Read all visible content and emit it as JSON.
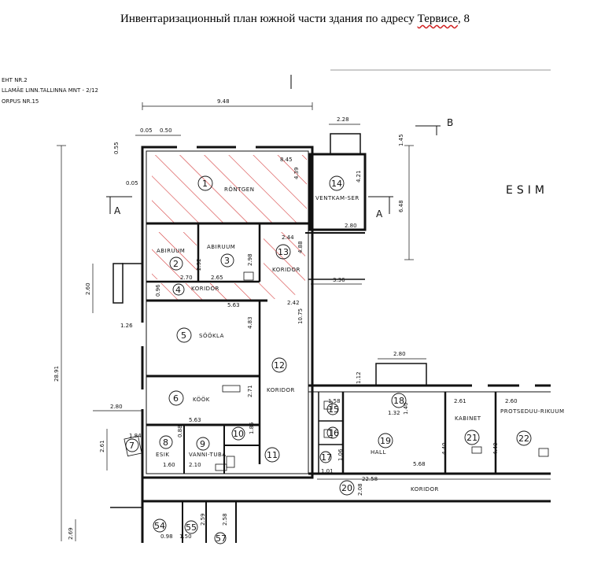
{
  "title": {
    "main": "Инвентаризационный план южной части здания по адресу ",
    "street": "Тервисе",
    "suffix": ", 8"
  },
  "header_notes": [
    "EHT NR.2",
    "LLAMÄE LINN.TALLINNA MNT - 2/12",
    "ORPUS NR.15"
  ],
  "wing_label": "ESIM",
  "section_marks": {
    "a_left": "A",
    "a_right": "A",
    "b": "B"
  },
  "rooms": [
    {
      "num": "1",
      "name": "RÖNTGEN"
    },
    {
      "num": "2",
      "name": "ABIRUUM"
    },
    {
      "num": "3",
      "name": "ABIRUUM"
    },
    {
      "num": "4",
      "name": "KORIDOR"
    },
    {
      "num": "5",
      "name": "SÖÖKLA"
    },
    {
      "num": "6",
      "name": "KÖÖK"
    },
    {
      "num": "7",
      "name": ""
    },
    {
      "num": "8",
      "name": "ESIK"
    },
    {
      "num": "9",
      "name": "VANNI-TUBA"
    },
    {
      "num": "10",
      "name": ""
    },
    {
      "num": "11",
      "name": ""
    },
    {
      "num": "12",
      "name": "KORIDOR"
    },
    {
      "num": "13",
      "name": "KORIDOR"
    },
    {
      "num": "14",
      "name": "VENTKAM-SER"
    },
    {
      "num": "15",
      "name": ""
    },
    {
      "num": "16",
      "name": ""
    },
    {
      "num": "17",
      "name": ""
    },
    {
      "num": "18",
      "name": ""
    },
    {
      "num": "19",
      "name": "HALL"
    },
    {
      "num": "20",
      "name": "KORIDOR"
    },
    {
      "num": "21",
      "name": "KABINET"
    },
    {
      "num": "22",
      "name": "PROTSEDUU-RIKUUM"
    },
    {
      "num": "54",
      "name": ""
    },
    {
      "num": "55",
      "name": ""
    },
    {
      "num": "57",
      "name": ""
    }
  ],
  "dimensions": {
    "top_total": "9.48",
    "w005": "0.05",
    "w050": "0.50",
    "w055": "0.55",
    "w005b": "0.05",
    "d845": "8.45",
    "d439": "4.39",
    "d228": "2.28",
    "d145": "1.45",
    "d648": "6.48",
    "d421": "4.21",
    "d280a": "2.80",
    "d244": "2.44",
    "d488": "4.88",
    "d292": "2.92",
    "d298": "2.98",
    "d270": "2.70",
    "d265": "2.65",
    "d336": "3.36",
    "d260": "2.60",
    "d096": "0.96",
    "d563a": "5.63",
    "d242": "2.42",
    "d126": "1.26",
    "d483": "4.83",
    "d1075": "10.75",
    "d2891": "28.91",
    "d280b": "2.80",
    "d563b": "5.63",
    "d271": "2.71",
    "d280c": "2.80",
    "d112": "1.12",
    "d132": "1.32",
    "d140": "1.40",
    "d261a": "2.61",
    "d261b": "2.61",
    "d260b": "2.60",
    "d184": "1.84",
    "d158": "1.58",
    "d088": "0.88",
    "d185": "1.85",
    "d160": "1.60",
    "d210": "2.10",
    "d440a": "4.40",
    "d440b": "4.40",
    "d568": "5.68",
    "d106": "1.06",
    "d101": "1.01",
    "d2258": "22.58",
    "d208": "2.08",
    "d269": "2.69",
    "d098": "0.98",
    "d150": "1.50",
    "d258": "2.58",
    "d259": "2.59"
  }
}
